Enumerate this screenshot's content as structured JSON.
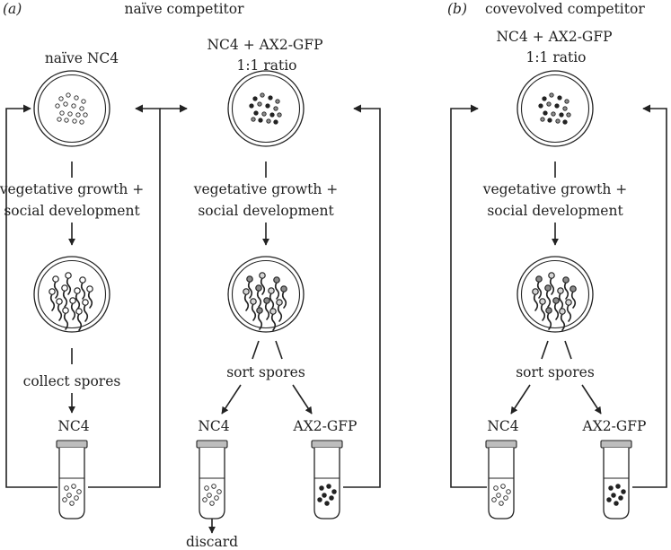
{
  "panel_a": {
    "label": "(a)",
    "header": "naïve competitor",
    "left_column": {
      "plate_label": "naïve NC4",
      "step1_line1": "vegetative growth +",
      "step1_line2": "social development",
      "step2": "collect spores",
      "tube_label": "NC4"
    },
    "right_column": {
      "plate_label_line1": "NC4 + AX2-GFP",
      "plate_label_line2": "1:1 ratio",
      "step1_line1": "vegetative growth +",
      "step1_line2": "social development",
      "step2": "sort spores",
      "tube_left_label": "NC4",
      "tube_right_label": "AX2-GFP",
      "discard_label": "discard"
    }
  },
  "panel_b": {
    "label": "(b)",
    "header": "covevolved competitor",
    "plate_label_line1": "NC4 + AX2-GFP",
    "plate_label_line2": "1:1 ratio",
    "step1_line1": "vegetative growth +",
    "step1_line2": "social development",
    "step2": "sort spores",
    "tube_left_label": "NC4",
    "tube_right_label": "AX2-GFP"
  },
  "colors": {
    "ink": "#222222",
    "cap": "#bdbdbd",
    "grey_spore": "#8c8c8c"
  },
  "icons": [
    "petri-dish-icon",
    "spore-dots-icon",
    "fruiting-body-icon",
    "test-tube-icon",
    "arrow-icon"
  ]
}
